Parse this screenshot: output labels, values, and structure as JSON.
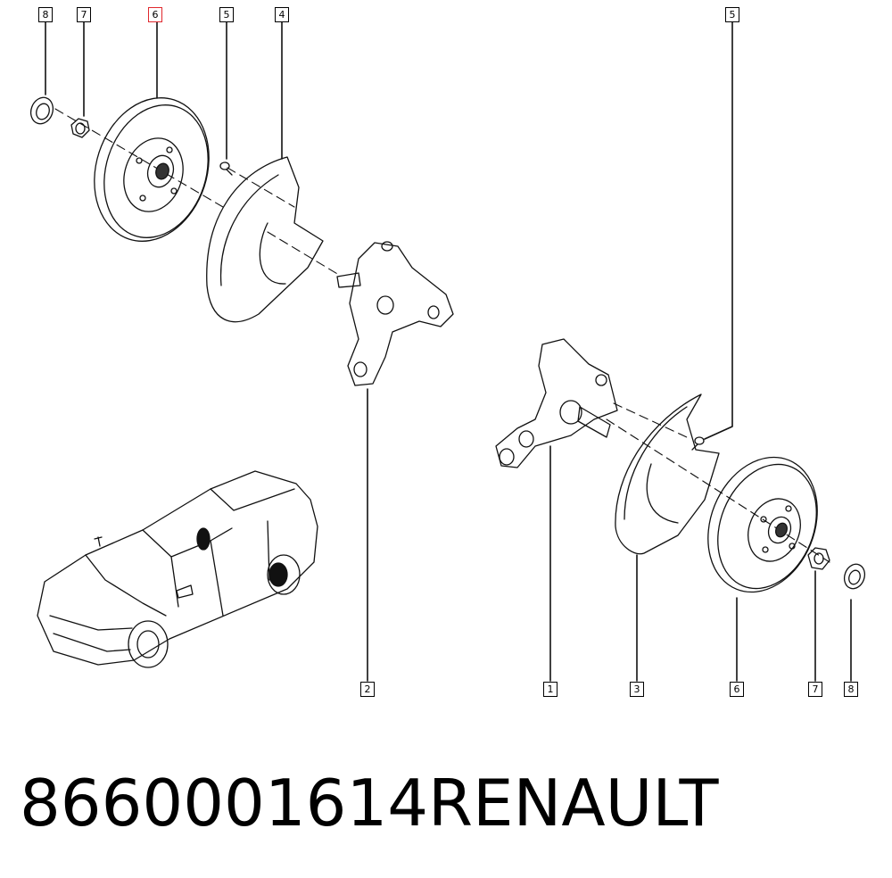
{
  "callouts": {
    "left": {
      "n8": "8",
      "n7": "7",
      "n6": "6",
      "n5": "5",
      "n4": "4",
      "n2": "2"
    },
    "right": {
      "n5": "5",
      "n1": "1",
      "n3": "3",
      "n6": "6",
      "n7": "7",
      "n8": "8"
    }
  },
  "highlight_color": "#e0282d",
  "footer": {
    "part_number": "8660001614",
    "brand": "RENAULT"
  }
}
